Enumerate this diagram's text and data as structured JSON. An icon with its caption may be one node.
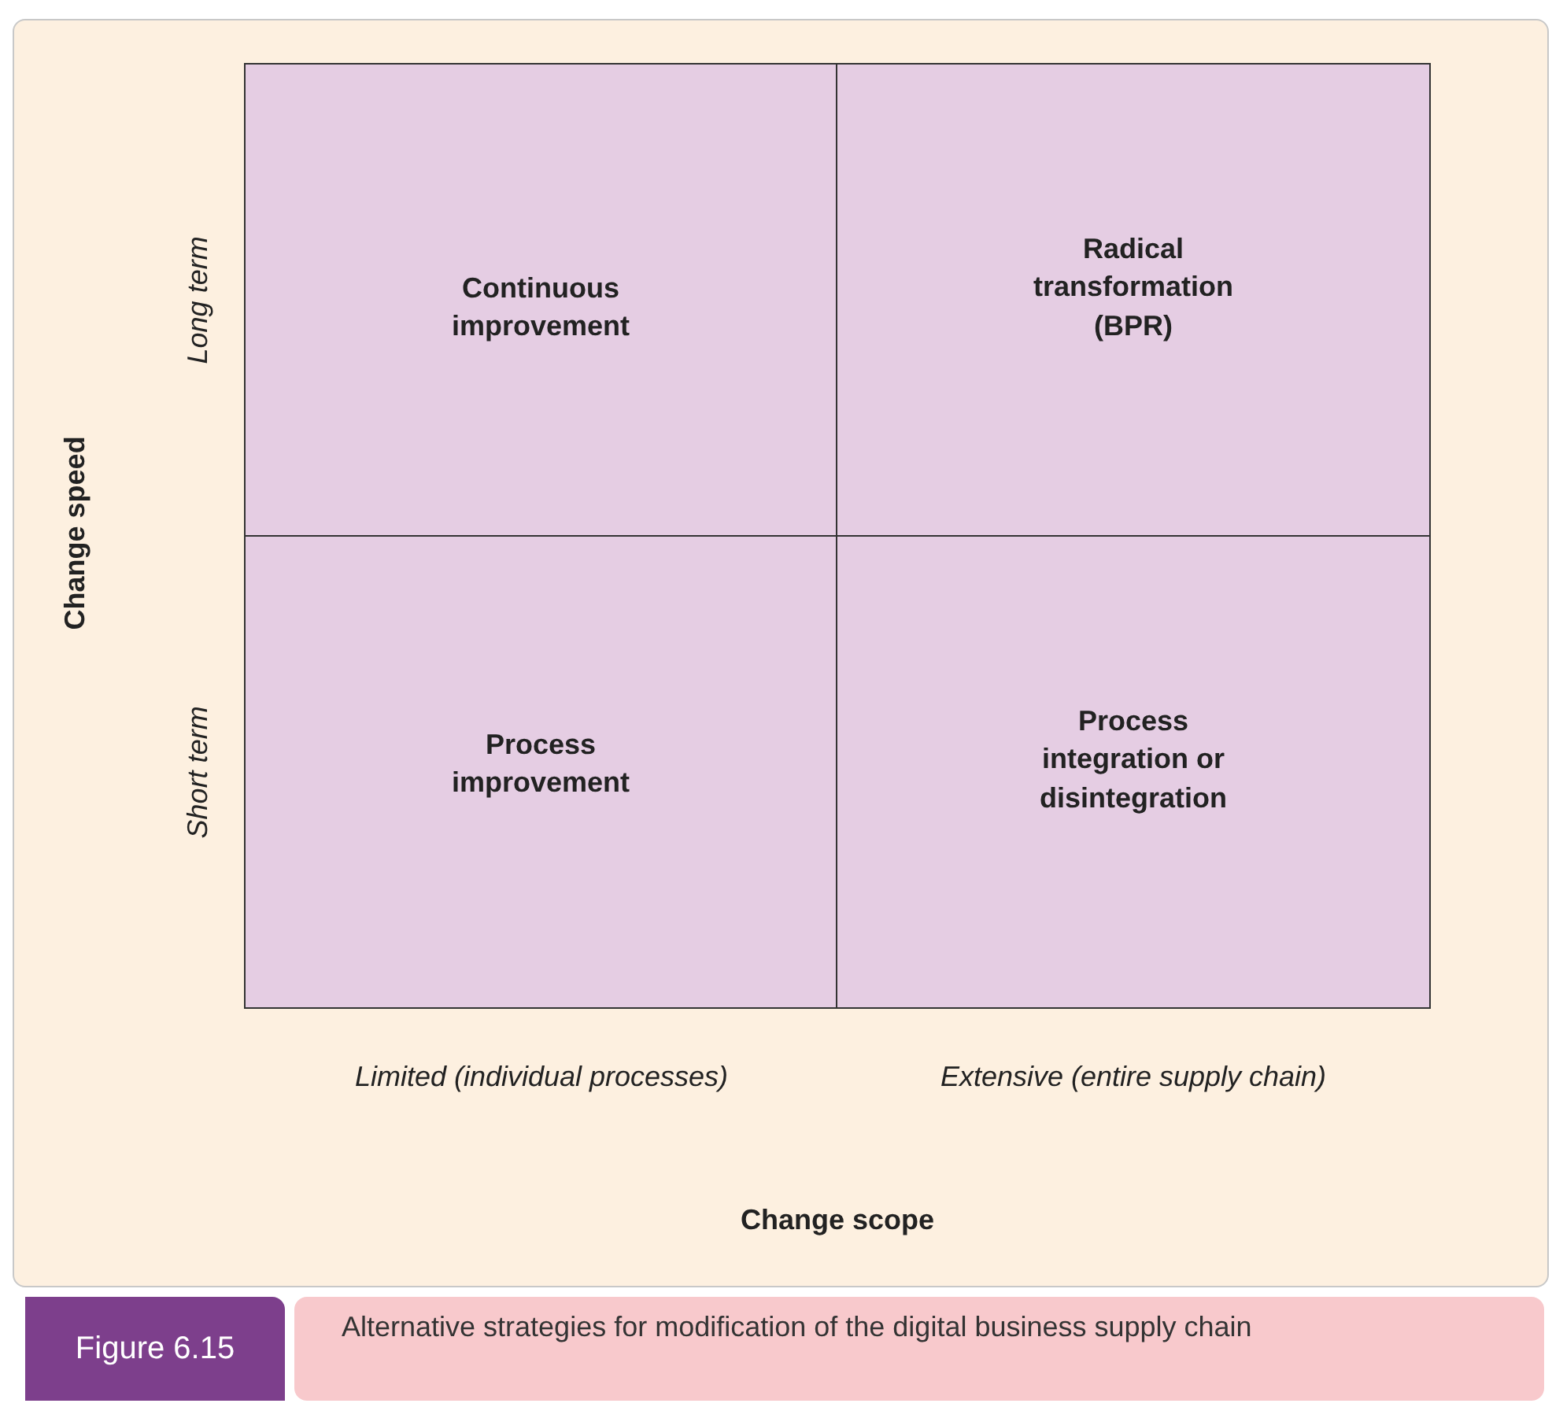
{
  "diagram": {
    "caption": "Alternative strategies for modification of the digital business supply chain",
    "nodes": [
      {
        "text": [
          "Continuous improvement"
        ]
      },
      {
        "text": [
          "Radical transformation (BPR)"
        ]
      },
      {
        "text": [
          "Process improvement"
        ]
      },
      {
        "text": [
          "Process integration or disintegration"
        ]
      }
    ],
    "labels": [
      "Long term",
      "Short term",
      "Change speed",
      "Limited (individual processes)",
      "Extensive (entire supply chain)",
      "Change scope",
      "Figure 6.15"
    ]
  }
}
